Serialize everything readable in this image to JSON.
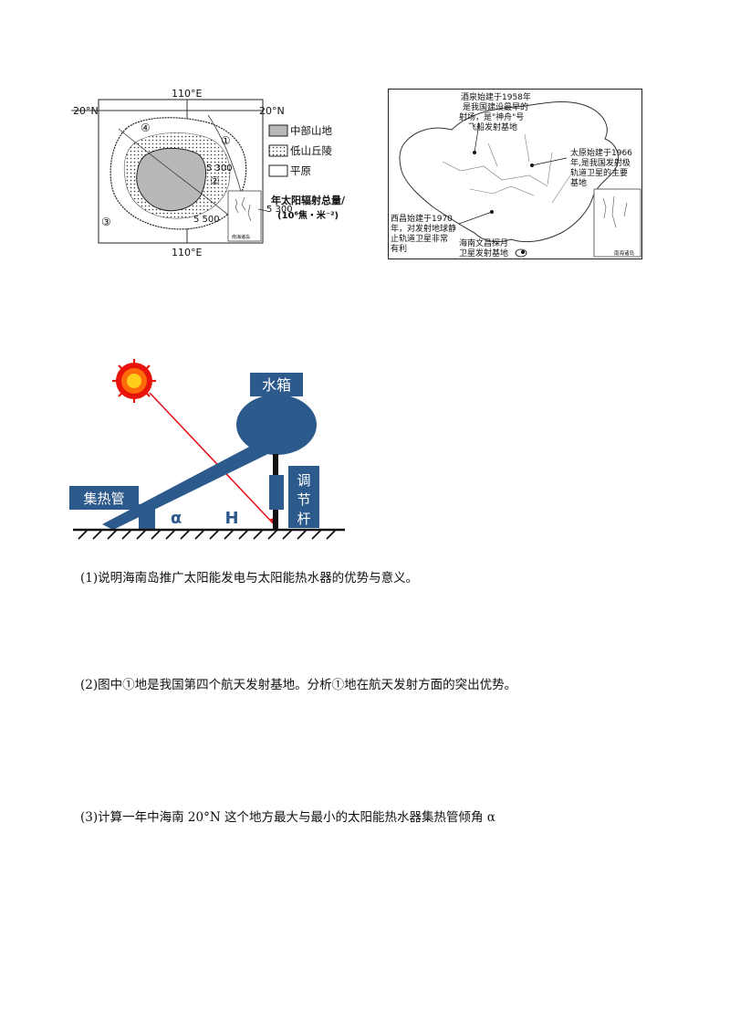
{
  "hainan_map": {
    "lon_top": "110°E",
    "lon_bottom": "110°E",
    "lat_left": "20°N",
    "lat_right": "20°N",
    "sites": [
      "①",
      "②",
      "③",
      "④"
    ],
    "isolines": [
      "5 300",
      "5 500",
      "5 300"
    ],
    "inset_label": "南海诸岛",
    "legend": {
      "mountain": "中部山地",
      "hills": "低山丘陵",
      "plain": "平原",
      "radiation_title": "年太阳辐射总量/",
      "radiation_unit": "(10⁶焦・米⁻²)"
    }
  },
  "china_map": {
    "jiuquan": [
      "酒泉始建于1958年",
      "是我国建设最早的",
      "射场，是\"神舟\"号",
      "飞船发射基地"
    ],
    "taiyuan": [
      "太原始建于1966",
      "年,是我国发射极",
      "轨道卫星的主要",
      "基地"
    ],
    "xichang": [
      "西昌始建于1970",
      "年，对发射地球静",
      "止轨道卫星非常",
      "有利"
    ],
    "wenchang": [
      "海南文昌探月",
      "卫星发射基地"
    ],
    "inset_label": "南海诸岛"
  },
  "heater": {
    "water_tank": "水箱",
    "collector": "集热管",
    "rod": [
      "调",
      "节",
      "杆"
    ],
    "alpha": "α",
    "h": "H"
  },
  "questions": {
    "q1": "(1)说明海南岛推广太阳能发电与太阳能热水器的优势与意义。",
    "q2": "(2)图中①地是我国第四个航天发射基地。分析①地在航天发射方面的突出优势。",
    "q3": "(3)计算一年中海南 20°N 这个地方最大与最小的太阳能热水器集热管倾角 α"
  },
  "colors": {
    "heater_blue": "#2d5a8c",
    "sun_red": "#e8140c",
    "sun_core": "#ffcf1a",
    "ray": "#e6141c"
  }
}
